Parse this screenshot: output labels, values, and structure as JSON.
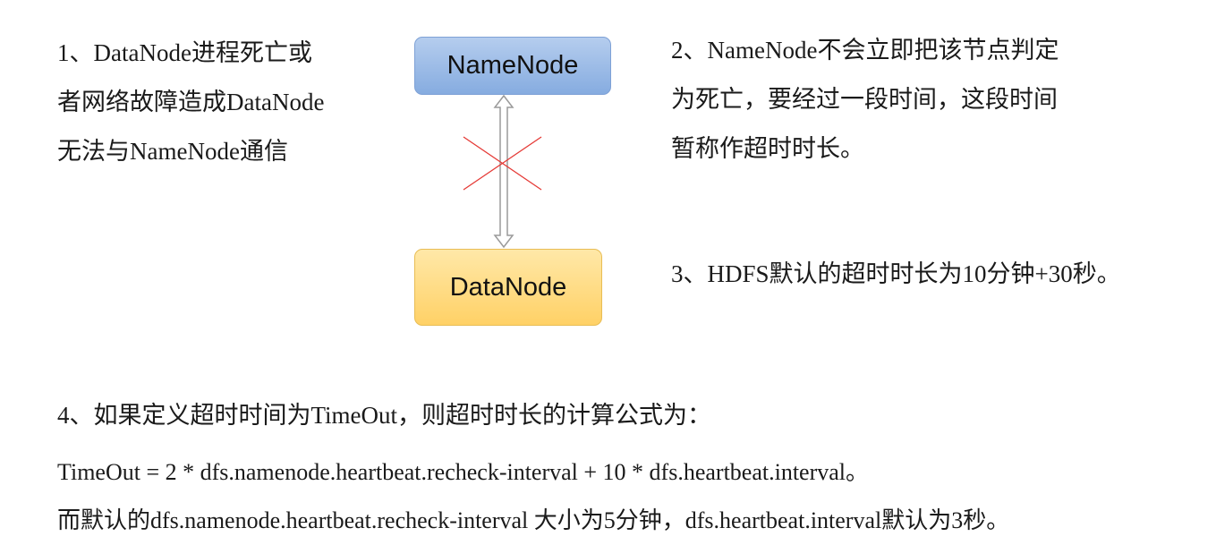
{
  "diagram": {
    "node_top": "NameNode",
    "node_bottom": "DataNode"
  },
  "point1": {
    "lines": [
      "1、DataNode进程死亡或",
      "者网络故障造成DataNode",
      "无法与NameNode通信"
    ]
  },
  "point2": {
    "lines": [
      "2、NameNode不会立即把该节点判定",
      "为死亡，要经过一段时间，这段时间",
      "暂称作超时时长。"
    ]
  },
  "point3": {
    "text": "3、HDFS默认的超时时长为10分钟+30秒。"
  },
  "point4": {
    "text": "4、如果定义超时时间为TimeOut，则超时时长的计算公式为："
  },
  "formula": {
    "line1": "TimeOut  = 2 * dfs.namenode.heartbeat.recheck-interval + 10 * dfs.heartbeat.interval。",
    "line2": "而默认的dfs.namenode.heartbeat.recheck-interval 大小为5分钟，dfs.heartbeat.interval默认为3秒。"
  },
  "colors": {
    "namenode_fill": "#9dbde8",
    "datanode_fill": "#ffd97a",
    "cross": "#e53935",
    "arrow": "#9a9a9a"
  }
}
